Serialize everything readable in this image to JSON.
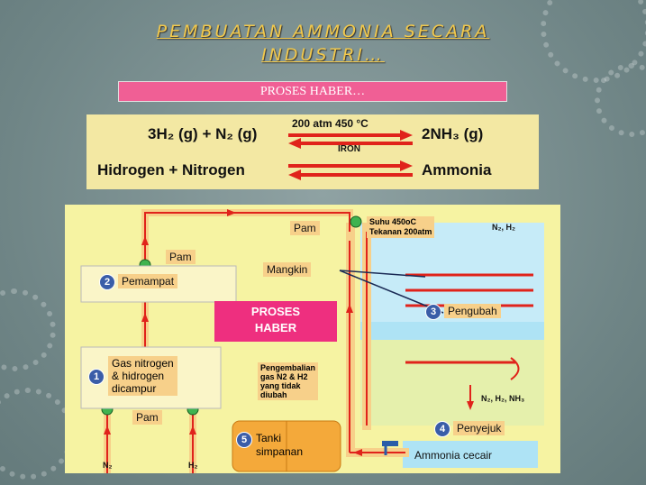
{
  "slide": {
    "title_line1": "PEMBUATAN AMMONIA SECARA",
    "title_line2": "INDUSTRI…",
    "subtitle": "PROSES HABER…"
  },
  "equation": {
    "reactants": "3H₂ (g) + N₂ (g)",
    "products": "2NH₃ (g)",
    "conditions": "200 atm  450 °C",
    "catalyst": "IRON",
    "reactant_names": "Hidrogen + Nitrogen",
    "product_name": "Ammonia"
  },
  "diagram": {
    "pam_top": "Pam",
    "pam_center": "Pam",
    "pam_bottom": "Pam",
    "step2_num": "2",
    "step2_label": "Pemampat",
    "proses_haber_line1": "PROSES",
    "proses_haber_line2": "HABER",
    "mangkin": "Mangkin",
    "suhu": "Suhu 450oC",
    "tekanan": "Tekanan 200atm",
    "gas_top": "N₂, H₂",
    "step3_num": "3",
    "step3_label": "Pengubah",
    "step1_num": "1",
    "step1_line1": "Gas nitrogen",
    "step1_line2": "& hidrogen",
    "step1_line3": "dicampur",
    "recycle_line1": "Pengembalian",
    "recycle_line2": "gas N2 & H2",
    "recycle_line3": "yang tidak",
    "recycle_line4": "diubah",
    "gas_bottom": "N₂, H₂, NH₃",
    "step4_num": "4",
    "step4_label": "Penyejuk",
    "step5_num": "5",
    "step5_line1": "Tanki",
    "step5_line2": "simpanan",
    "ammonia_cecair": "Ammonia cecair",
    "inlet_n2": "N₂",
    "inlet_h2": "H₂"
  },
  "colors": {
    "title": "#f2c94c",
    "subtitle_bar": "#f05f95",
    "equation_bg": "#f3e8a3",
    "diagram_bg": "#f6f3a2",
    "arrow_red": "#e0231b",
    "label_box": "#f7d08a",
    "proses_box": "#ee2f7f",
    "converter_blue": "#aee3f5",
    "number_badge": "#3a5da8"
  }
}
